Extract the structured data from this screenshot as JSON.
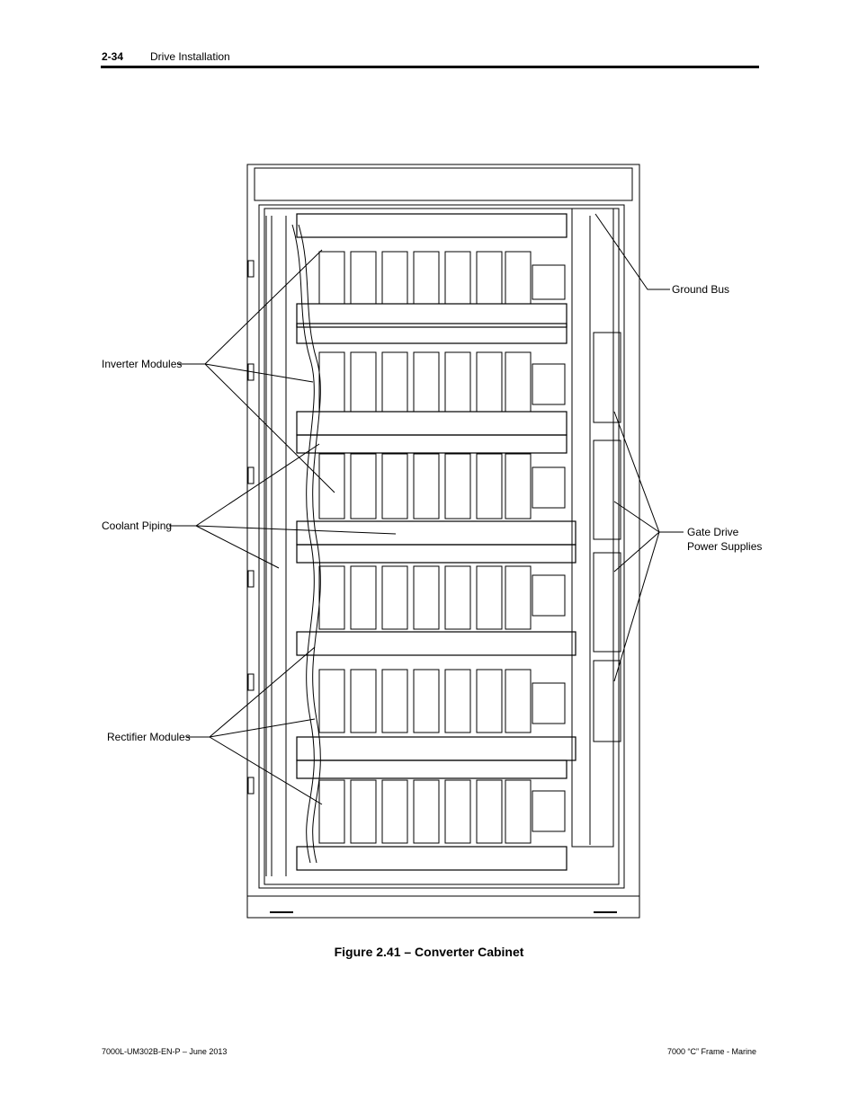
{
  "header": {
    "page_number": "2-34",
    "section_title": "Drive Installation"
  },
  "figure": {
    "callouts": {
      "ground_bus": "Ground Bus",
      "inverter_modules": "Inverter Modules",
      "coolant_piping": "Coolant Piping",
      "gate_drive_line1": "Gate Drive",
      "gate_drive_line2": "Power Supplies",
      "rectifier_modules": "Rectifier Modules"
    },
    "caption": "Figure 2.41 – Converter Cabinet"
  },
  "footer": {
    "document_id": "7000L-UM302B-EN-P – June 2013",
    "product": "7000 “C” Frame - Marine"
  }
}
